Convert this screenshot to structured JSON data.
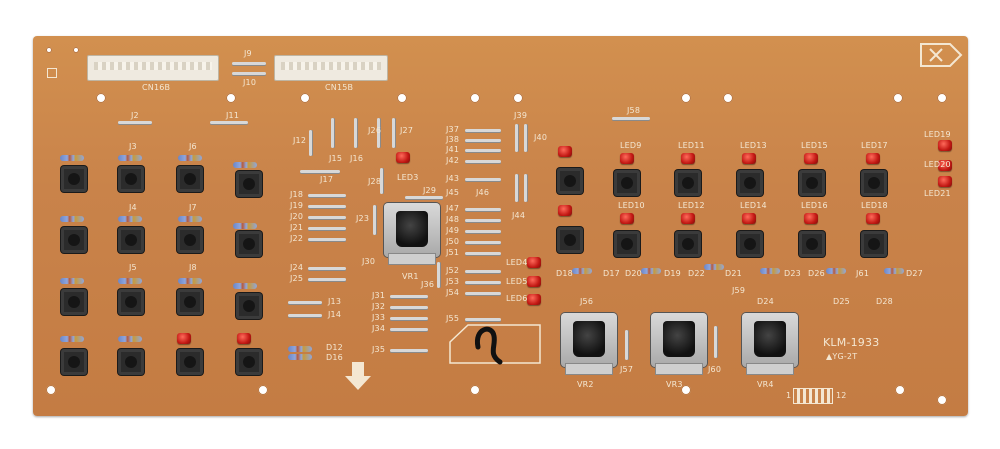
{
  "board": {
    "model": "KLM-1933",
    "revision": "▲YG-2T",
    "connectors": [
      "CN16B",
      "CN15B"
    ],
    "pots": [
      "VR1",
      "VR2",
      "VR3",
      "VR4"
    ],
    "leds_left": [
      "LED3",
      "LED4",
      "LED5",
      "LED6"
    ],
    "leds_top": [
      "LED9",
      "LED11",
      "LED13",
      "LED15",
      "LED17",
      "LED19",
      "LED20",
      "LED21"
    ],
    "leds_mid": [
      "LED10",
      "LED12",
      "LED14",
      "LED16",
      "LED18"
    ],
    "jumpers_mid": [
      "J37",
      "J38",
      "J41",
      "J42",
      "J43",
      "J45",
      "J46",
      "J47",
      "J48",
      "J49",
      "J50",
      "J51",
      "J52",
      "J53",
      "J54",
      "J55"
    ],
    "jumpers_left": [
      "J18",
      "J19",
      "J20",
      "J21",
      "J22",
      "J24",
      "J25"
    ],
    "jumpers_low": [
      "J31",
      "J32",
      "J33",
      "J34",
      "J35"
    ],
    "misc": {
      "j9": "J9",
      "j10": "J10",
      "j2": "J2",
      "j3": "J3",
      "j4": "J4",
      "j5": "J5",
      "j6": "J6",
      "j7": "J7",
      "j8": "J8",
      "j11": "J11",
      "j12": "J12",
      "j13": "J13",
      "j14": "J14",
      "j15": "J15",
      "j16": "J16",
      "j17": "J17",
      "j23": "J23",
      "j26": "J26",
      "j27": "J27",
      "j28": "J28",
      "j29": "J29",
      "j30": "J30",
      "j36": "J36",
      "j39": "J39",
      "j40": "J40",
      "j44": "J44",
      "j56": "J56",
      "j57": "J57",
      "j58": "J58",
      "j59": "J59",
      "j60": "J60",
      "j61": "J61",
      "d12": "D12",
      "d16": "D16",
      "d17": "D17",
      "d18": "D18",
      "d19": "D19",
      "d20": "D20",
      "d21": "D21",
      "d22": "D22",
      "d23": "D23",
      "d24": "D24",
      "d25": "D25",
      "d26": "D26",
      "d27": "D27",
      "d28": "D28",
      "pin_start": "1",
      "pin_end": "12"
    }
  }
}
